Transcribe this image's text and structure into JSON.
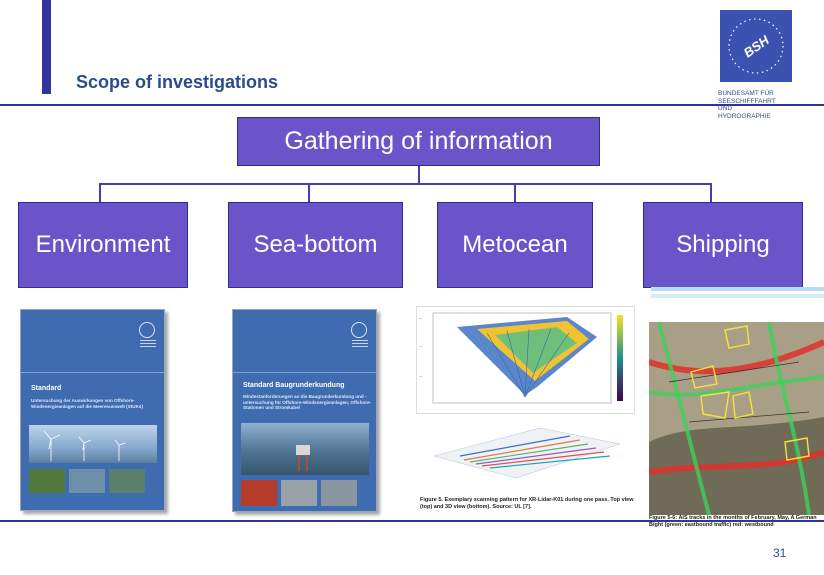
{
  "slide": {
    "title": "Scope of investigations",
    "page_number": "31"
  },
  "logo": {
    "emblem_text": "BSH",
    "name_lines": [
      "Bundesamt für",
      "Seeschifffahrt",
      "und",
      "Hydrographie"
    ]
  },
  "hierarchy": {
    "root": "Gathering of information",
    "categories": [
      "Environment",
      "Sea-bottom",
      "Metocean",
      "Shipping"
    ]
  },
  "images": {
    "environment": {
      "heading": "Standard",
      "subtitle": "Untersuchung der Auswirkungen von Offshore-Windenergieanlagen auf die Meeresumwelt (StUK4)"
    },
    "sea_bottom": {
      "heading": "Standard Baugrunderkundung",
      "subtitle": "Mindestanforderungen an die Baugrunderkundung und -untersuchung für Offshore-Windenergieanlagen, Offshore-Stationen und Stromkabel"
    },
    "metocean": {
      "caption": "Figure 5. Exemplary scanning pattern for XR-Lidar-K01 during one pass. Top view (top) and 3D view (bottom). Source: UL [7]."
    },
    "shipping": {
      "caption": "Figure 5-6: AIS tracks in the months of February, May, A German Bight (green: eastbound traffic) red: westbound"
    }
  },
  "colors": {
    "accent": "#3333a0",
    "box_fill": "#6b53c9",
    "title_text": "#2b4c8c",
    "booklet_blue": "#3f6bb0"
  }
}
